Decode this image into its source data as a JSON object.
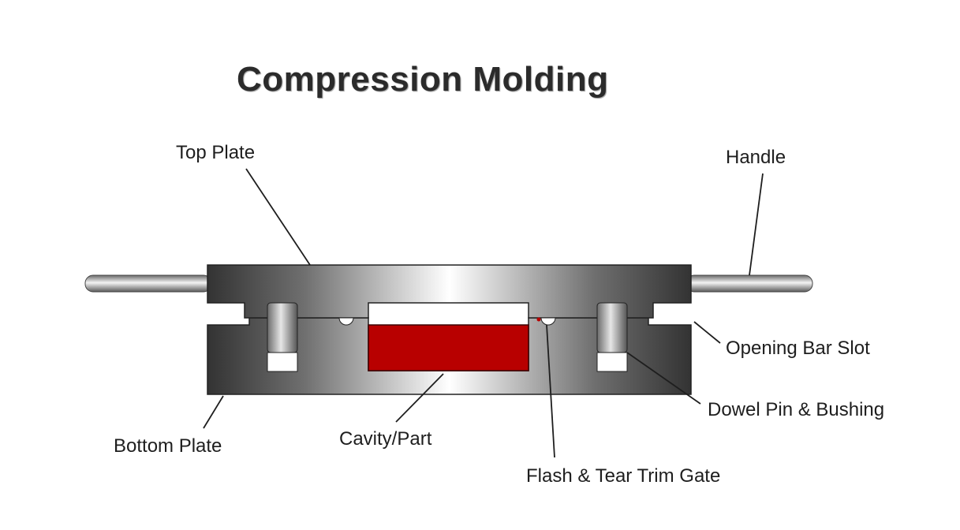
{
  "title": "Compression Molding",
  "labels": {
    "top_plate": "Top Plate",
    "handle": "Handle",
    "opening_bar_slot": "Opening Bar Slot",
    "dowel_pin_bushing": "Dowel Pin & Bushing",
    "bottom_plate": "Bottom Plate",
    "cavity_part": "Cavity/Part",
    "flash_tear_trim_gate": "Flash & Tear Trim Gate"
  },
  "colors": {
    "part": "#b80000",
    "metal_dark": "#333333",
    "metal_light": "#ffffff",
    "text": "#1e1e1e"
  }
}
